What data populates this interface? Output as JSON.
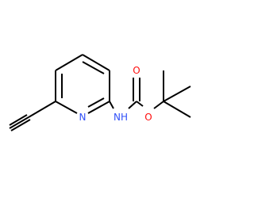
{
  "molecule": {
    "atom_labels": {
      "pyridine_n": "N",
      "amide_n": "NH",
      "ester_o": "O",
      "carbonyl_o": "O"
    }
  },
  "colors": {
    "bond": "#000000",
    "background": "#ffffff",
    "nitrogen": "#3050f8",
    "oxygen": "#ff0d0d"
  }
}
